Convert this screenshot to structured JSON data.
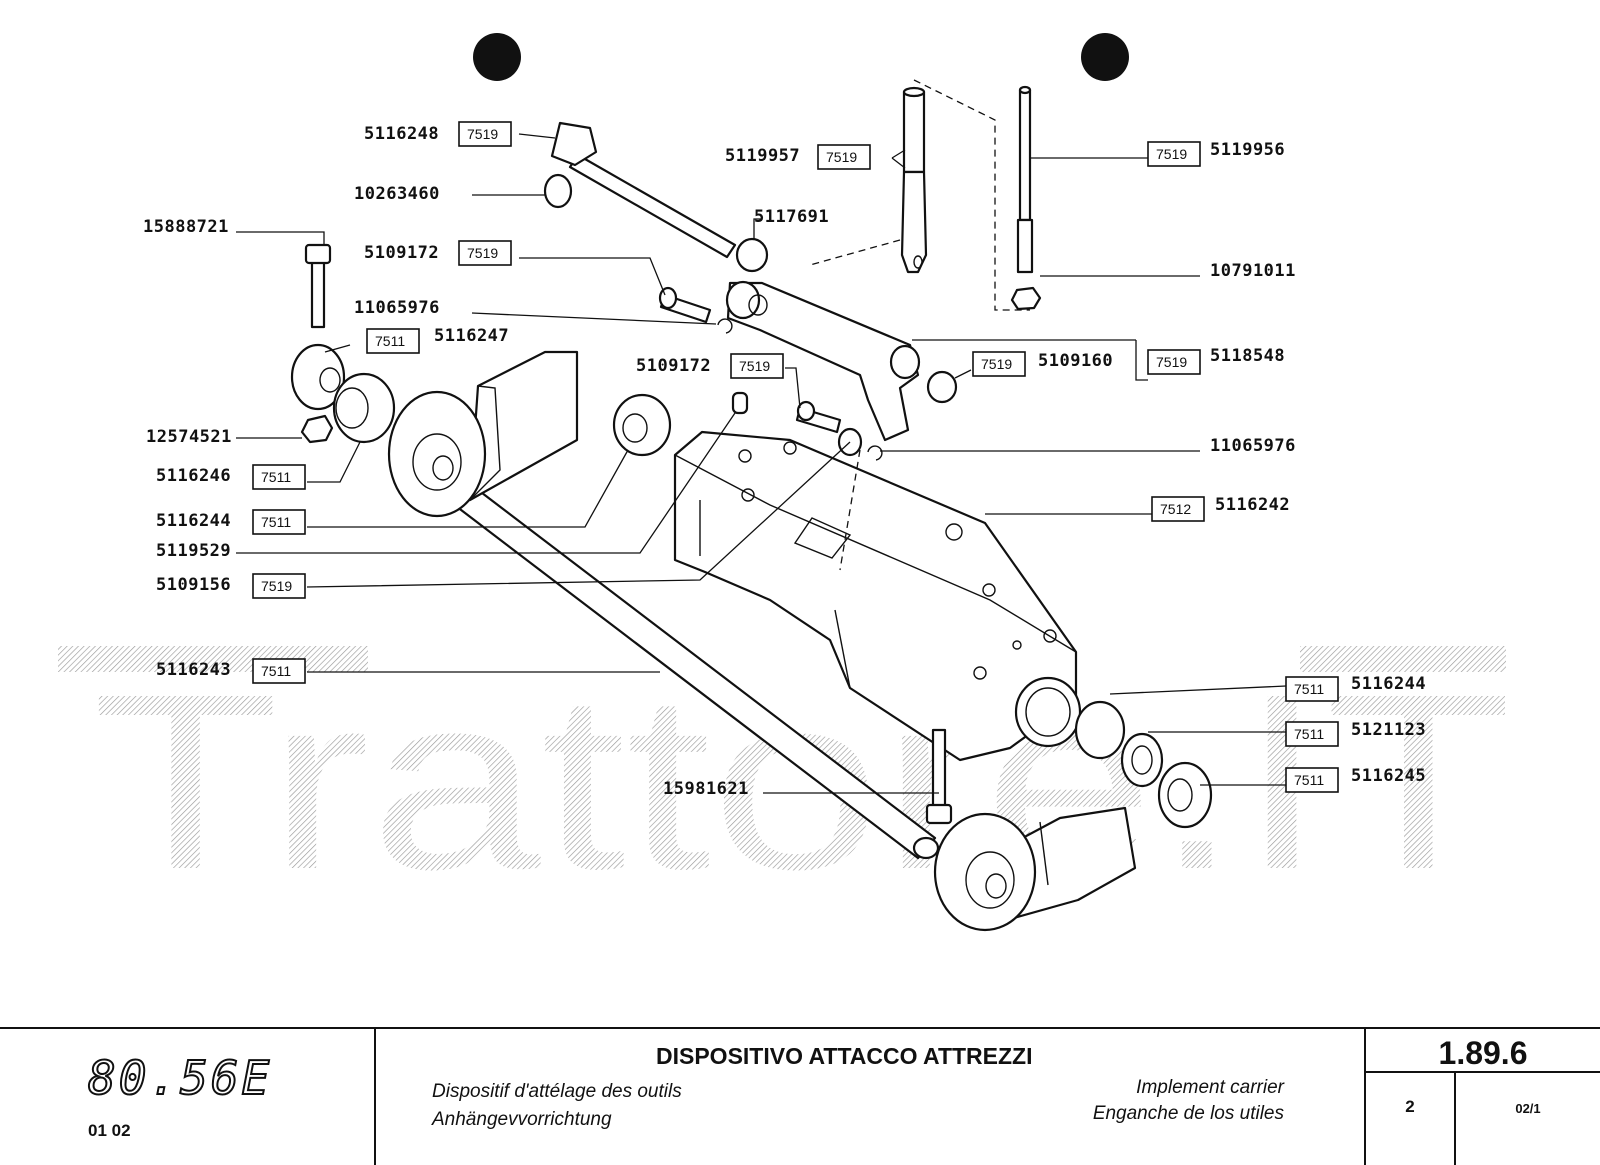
{
  "watermark": "Trattore.IT",
  "parts": [
    {
      "number": "5116248",
      "ref": "7519"
    },
    {
      "number": "10263460",
      "ref": ""
    },
    {
      "number": "15888721",
      "ref": ""
    },
    {
      "number": "5109172",
      "ref": "7519"
    },
    {
      "number": "11065976",
      "ref": ""
    },
    {
      "number": "5116247",
      "ref": "7511"
    },
    {
      "number": "12574521",
      "ref": ""
    },
    {
      "number": "5116246",
      "ref": "7511"
    },
    {
      "number": "5116244",
      "ref": "7511"
    },
    {
      "number": "5119529",
      "ref": ""
    },
    {
      "number": "5109156",
      "ref": "7519"
    },
    {
      "number": "5116243",
      "ref": "7511"
    },
    {
      "number": "5119957",
      "ref": "7519"
    },
    {
      "number": "5117691",
      "ref": ""
    },
    {
      "number": "5109172",
      "ref": "7519"
    },
    {
      "number": "5119956",
      "ref": "7519"
    },
    {
      "number": "10791011",
      "ref": ""
    },
    {
      "number": "5109160",
      "ref": "7519"
    },
    {
      "number": "5118548",
      "ref": "7519"
    },
    {
      "number": "11065976",
      "ref": ""
    },
    {
      "number": "5116242",
      "ref": "7512"
    },
    {
      "number": "5116244",
      "ref": "7511"
    },
    {
      "number": "5121123",
      "ref": "7511"
    },
    {
      "number": "5116245",
      "ref": "7511"
    },
    {
      "number": "15981621",
      "ref": ""
    }
  ],
  "footer": {
    "model": "80.56E",
    "model_code": "01  02",
    "title_it": "DISPOSITIVO ATTACCO ATTREZZI",
    "title_fr": "Dispositif d'attélage des outils",
    "title_de": "Anhängevvorrichtung",
    "title_en": "Implement carrier",
    "title_es": "Enganche de los utiles",
    "ref_number": "1.89.6",
    "page": "2",
    "edition": "02/1"
  }
}
